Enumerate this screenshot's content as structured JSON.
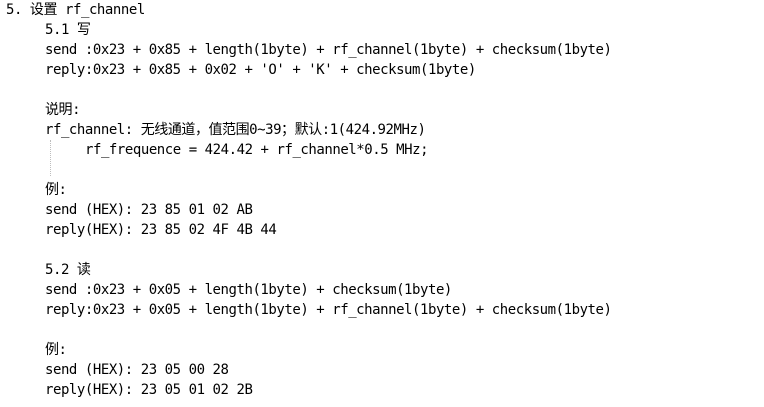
{
  "doc": {
    "heading": "5. 设置 rf_channel",
    "write": {
      "title": "5.1 写",
      "send": "send :0x23 + 0x85 + length(1byte) + rf_channel(1byte) + checksum(1byte)",
      "reply": "reply:0x23 + 0x85 + 0x02 + 'O' + 'K' + checksum(1byte)"
    },
    "note": {
      "label": "说明:",
      "channel": "rf_channel: 无线通道，值范围0~39；默认:1(424.92MHz)",
      "formula": "rf_frequence = 424.42 + rf_channel*0.5 MHz;"
    },
    "example1": {
      "label": "例:",
      "send": "send (HEX): 23 85 01 02 AB",
      "reply": "reply(HEX): 23 85 02 4F 4B 44"
    },
    "read": {
      "title": "5.2 读",
      "send": "send :0x23 + 0x05 + length(1byte) + checksum(1byte)",
      "reply": "reply:0x23 + 0x05 + length(1byte) + rf_channel(1byte) + checksum(1byte)"
    },
    "example2": {
      "label": "例:",
      "send": "send (HEX): 23 05 00 28",
      "reply": "reply(HEX): 23 05 01 02 2B"
    }
  }
}
